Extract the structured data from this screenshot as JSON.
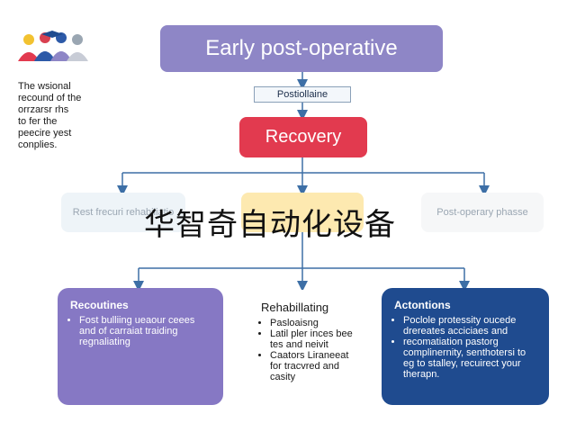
{
  "title": "Early post-operative",
  "subtitle": "Postiollaine",
  "recovery": "Recovery",
  "side_note": [
    "The wsional",
    "recound of the",
    "orrzarsr rhs",
    "to fer the",
    "peecire yest",
    "conplies."
  ],
  "branches": [
    {
      "text": "Rest frecuri rehabiliatio"
    },
    {
      "text": ""
    },
    {
      "text": "Post-operary phasse"
    }
  ],
  "cards": [
    {
      "title": "Recoutines",
      "items": [
        "Fost bulliing ueaour ceees and of carraiat traiding regnaliating"
      ]
    },
    {
      "title": "Rehabillating",
      "items": [
        "Pasloaisng",
        "Latil pler inces bee tes and neivit",
        "Caators Liraneeat for tracvred and casity"
      ]
    },
    {
      "title": "Actontions",
      "items": [
        "Poclole protessity oucede drereates acciciaes and",
        "recomatiation pastorg complinernity, senthotersi to eg to stalley, recuirect your therapn."
      ]
    }
  ],
  "watermark": "华智奇自动化设备",
  "colors": {
    "title_box": "#8e86c6",
    "recovery_box": "#e23a4f",
    "left_card": "#8678c4",
    "right_card": "#1f4b8f",
    "connector": "#3d6fa6"
  },
  "logo": "people-group-icon"
}
